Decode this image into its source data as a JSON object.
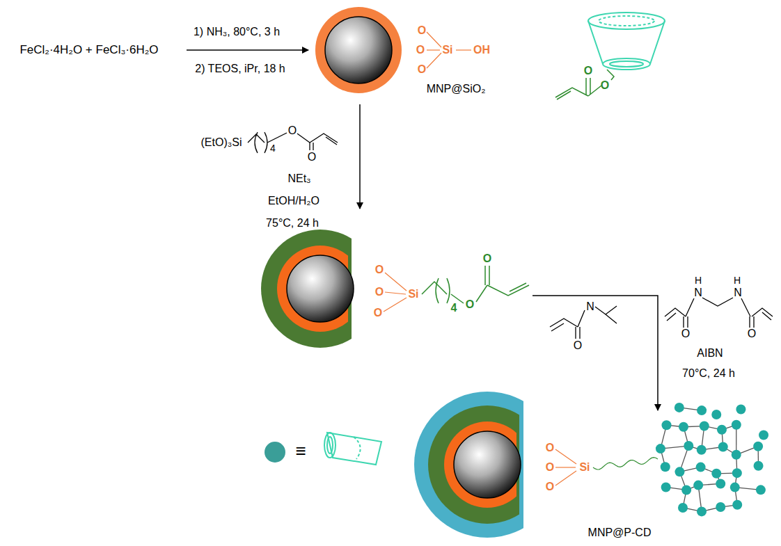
{
  "diagram": {
    "labels": [
      "FeCl₂·4H₂O + FeCl₃·6H₂O",
      "1) NH₃, 80°C, 3 h",
      "2) TEOS, iPr, 18 h",
      "O",
      "O",
      "O",
      "Si",
      "OH",
      "MNP@SiO₂",
      "(EtO)₃Si",
      "4",
      "O",
      "O",
      "NEt₃",
      "EtOH/H₂O",
      "75°C, 24 h",
      "O",
      "O",
      "O",
      "Si",
      "4",
      "O",
      "O",
      "O",
      "O",
      "N",
      "O",
      "H",
      "H",
      "N",
      "N",
      "O",
      "O",
      "AIBN",
      "70°C, 24 h",
      "O",
      "O",
      "O",
      "Si",
      "≡",
      "MNP@P-CD"
    ]
  }
}
